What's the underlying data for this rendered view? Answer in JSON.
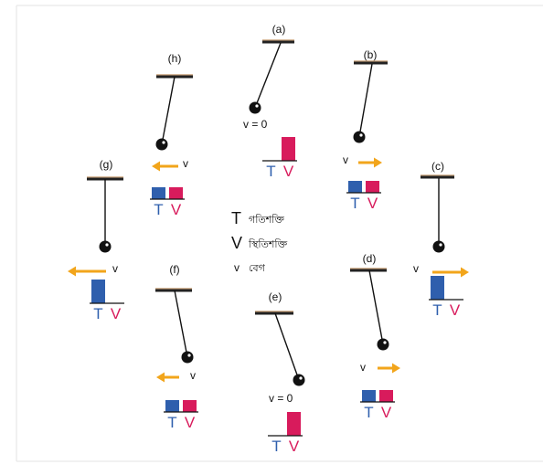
{
  "colors": {
    "kinetic": "#2f5fad",
    "potential": "#d81b5c",
    "arrow": "#f2a51b",
    "ink": "#111111"
  },
  "legend": {
    "items": [
      {
        "symbol": "T",
        "text": "গতিশক্তি"
      },
      {
        "symbol": "V",
        "text": "স্থিতিশক্তি"
      },
      {
        "symbol": "v",
        "text": "বেগ"
      }
    ]
  },
  "states": [
    {
      "id": "a",
      "label": "(a)",
      "speed_label": "v = 0",
      "velocity_direction": "none",
      "T": 0.0,
      "V": 1.0
    },
    {
      "id": "b",
      "label": "(b)",
      "speed_label": "v",
      "velocity_direction": "right",
      "T": 0.5,
      "V": 0.5
    },
    {
      "id": "c",
      "label": "(c)",
      "speed_label": "v",
      "velocity_direction": "right",
      "T": 1.0,
      "V": 0.0
    },
    {
      "id": "d",
      "label": "(d)",
      "speed_label": "v",
      "velocity_direction": "right",
      "T": 0.5,
      "V": 0.5
    },
    {
      "id": "e",
      "label": "(e)",
      "speed_label": "v = 0",
      "velocity_direction": "none",
      "T": 0.0,
      "V": 1.0
    },
    {
      "id": "f",
      "label": "(f)",
      "speed_label": "v",
      "velocity_direction": "left",
      "T": 0.5,
      "V": 0.5
    },
    {
      "id": "g",
      "label": "(g)",
      "speed_label": "v",
      "velocity_direction": "left",
      "T": 1.0,
      "V": 0.0
    },
    {
      "id": "h",
      "label": "(h)",
      "speed_label": "v",
      "velocity_direction": "left",
      "T": 0.5,
      "V": 0.5
    }
  ],
  "bar_labels": {
    "T": "T",
    "V": "V"
  }
}
